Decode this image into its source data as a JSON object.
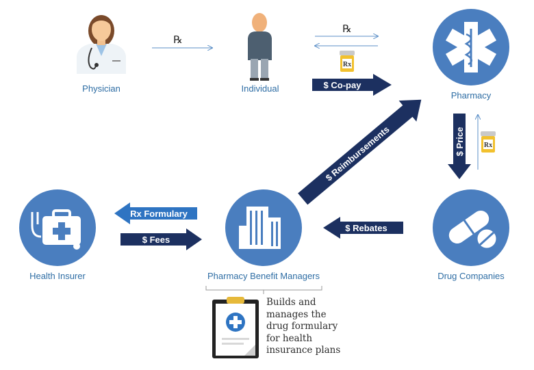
{
  "colors": {
    "node_blue": "#4a7ebf",
    "arrow_navy": "#1c3060",
    "arrow_blue": "#2e74c2",
    "thin_arrow": "#5b8fc7",
    "label_blue": "#2e6da4"
  },
  "nodes": {
    "physician": {
      "label": "Physician",
      "icon": "doctor-icon"
    },
    "individual": {
      "label": "Individual",
      "icon": "person-icon"
    },
    "pharmacy": {
      "label": "Pharmacy",
      "icon": "star-of-life-icon"
    },
    "drug_companies": {
      "label": "Drug Companies",
      "icon": "pills-icon"
    },
    "pbm": {
      "label": "Pharmacy Benefit Managers",
      "icon": "building-icon"
    },
    "health_insurer": {
      "label": "Health Insurer",
      "icon": "medical-kit-stethoscope-icon"
    }
  },
  "flows": {
    "rx_physician_individual": "℞",
    "rx_individual_pharmacy": "℞",
    "copay": "$ Co-pay",
    "price": "$ Price",
    "rebates": "$ Rebates",
    "reimbursements": "$ Reimbursements",
    "rx_formulary": "Rx Formulary",
    "fees": "$ Fees",
    "rx_bottle_text": "Rx"
  },
  "pbm_note": {
    "icon": "clipboard-icon",
    "lines": [
      "Builds and",
      "manages the",
      "drug formulary",
      "for health",
      "insurance plans"
    ]
  }
}
